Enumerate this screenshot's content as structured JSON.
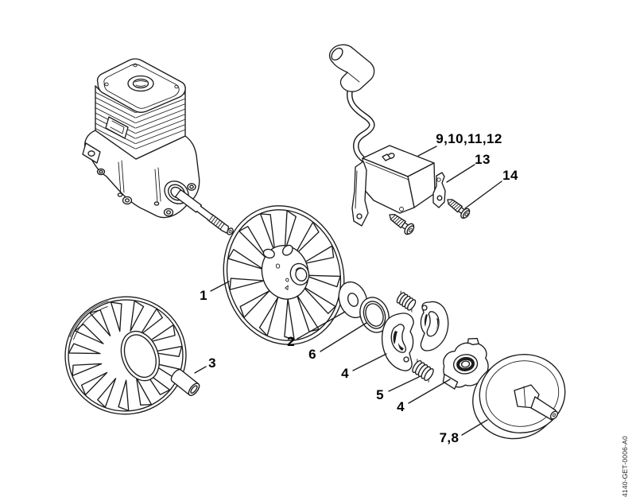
{
  "diagram": {
    "background_color": "#ffffff",
    "line_color": "#1c1c1c",
    "label_color": "#000000",
    "document_number": "4140-GET-0006-A0",
    "callouts": [
      {
        "label": "1",
        "part": "flywheel"
      },
      {
        "label": "2",
        "part": "washer"
      },
      {
        "label": "3",
        "part": "collar-bushing"
      },
      {
        "label": "4",
        "part": "clutch-shoes"
      },
      {
        "label": "5",
        "part": "clutch-spring"
      },
      {
        "label": "4",
        "part": "clutch-carrier"
      },
      {
        "label": "6",
        "part": "cover-ring"
      },
      {
        "label": "7,8",
        "part": "clutch-drum"
      },
      {
        "label": "9,10,11,12",
        "part": "ignition-module"
      },
      {
        "label": "13",
        "part": "clamp"
      },
      {
        "label": "14",
        "part": "screw"
      }
    ],
    "parts_depicted": [
      "cylinder-crankcase-assembly",
      "crankshaft",
      "flywheel",
      "fan-wheel",
      "collar-bushing",
      "washer",
      "cover-ring",
      "clutch-shoes",
      "clutch-springs",
      "clutch-carrier",
      "clutch-drum-with-shaft",
      "ignition-module",
      "spark-plug-boot",
      "ignition-lead",
      "clamp",
      "pan-head-screws"
    ]
  }
}
